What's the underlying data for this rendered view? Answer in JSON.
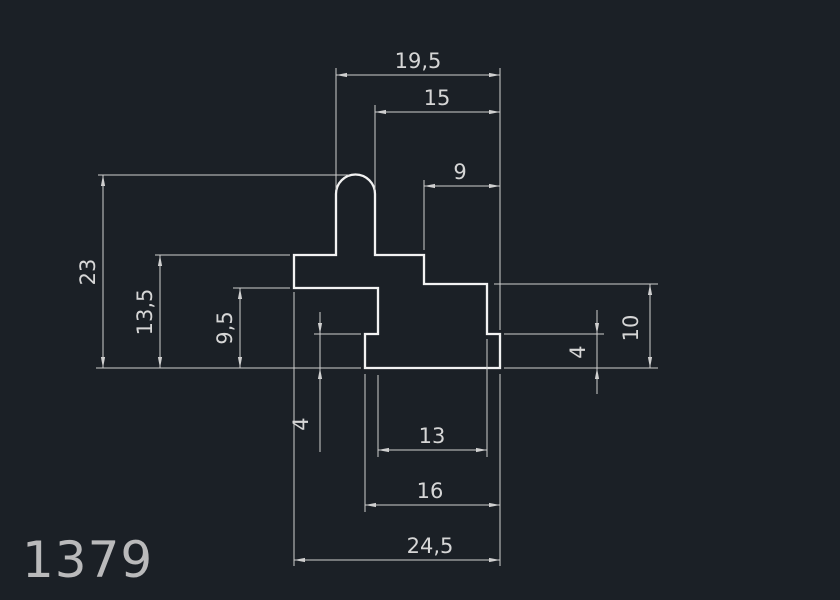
{
  "drawing": {
    "part_number": "1379",
    "dimensions": {
      "top_width_overall": "19,5",
      "top_width_to_stem": "15",
      "top_width_step": "9",
      "height_overall": "23",
      "height_arm_top": "13,5",
      "height_arm_bottom": "9,5",
      "flange_thickness_left": "4",
      "flange_thickness_right": "4",
      "height_right_step": "10",
      "bottom_width_body": "13",
      "bottom_width_flange": "16",
      "bottom_width_overall": "24,5"
    },
    "colors": {
      "background": "#1b2026",
      "profile_line": "#f2f2f2",
      "dimension_line": "#cfcfcf",
      "text": "#d6d6d6"
    }
  }
}
